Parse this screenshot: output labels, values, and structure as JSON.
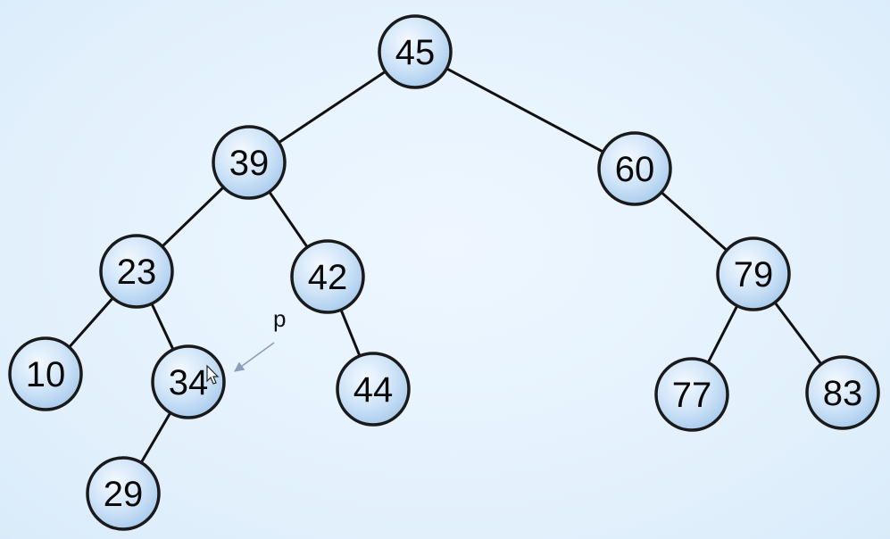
{
  "tree": {
    "nodes": [
      {
        "id": "45",
        "label": "45",
        "parent": null
      },
      {
        "id": "39",
        "label": "39",
        "parent": "45"
      },
      {
        "id": "60",
        "label": "60",
        "parent": "45"
      },
      {
        "id": "23",
        "label": "23",
        "parent": "39"
      },
      {
        "id": "42",
        "label": "42",
        "parent": "39"
      },
      {
        "id": "79",
        "label": "79",
        "parent": "60"
      },
      {
        "id": "10",
        "label": "10",
        "parent": "23"
      },
      {
        "id": "34",
        "label": "34",
        "parent": "23"
      },
      {
        "id": "44",
        "label": "44",
        "parent": "42"
      },
      {
        "id": "77",
        "label": "77",
        "parent": "79"
      },
      {
        "id": "83",
        "label": "83",
        "parent": "79"
      },
      {
        "id": "29",
        "label": "29",
        "parent": "34"
      }
    ]
  },
  "pointer": {
    "label": "p",
    "target": "34",
    "color": "#8d9fb8"
  },
  "colors": {
    "background": "#e4f1fc",
    "node_fill_light": "#f2f8ff",
    "node_fill_dark": "#aacdf0",
    "node_stroke": "#1a1a1a",
    "edge": "#111111"
  }
}
